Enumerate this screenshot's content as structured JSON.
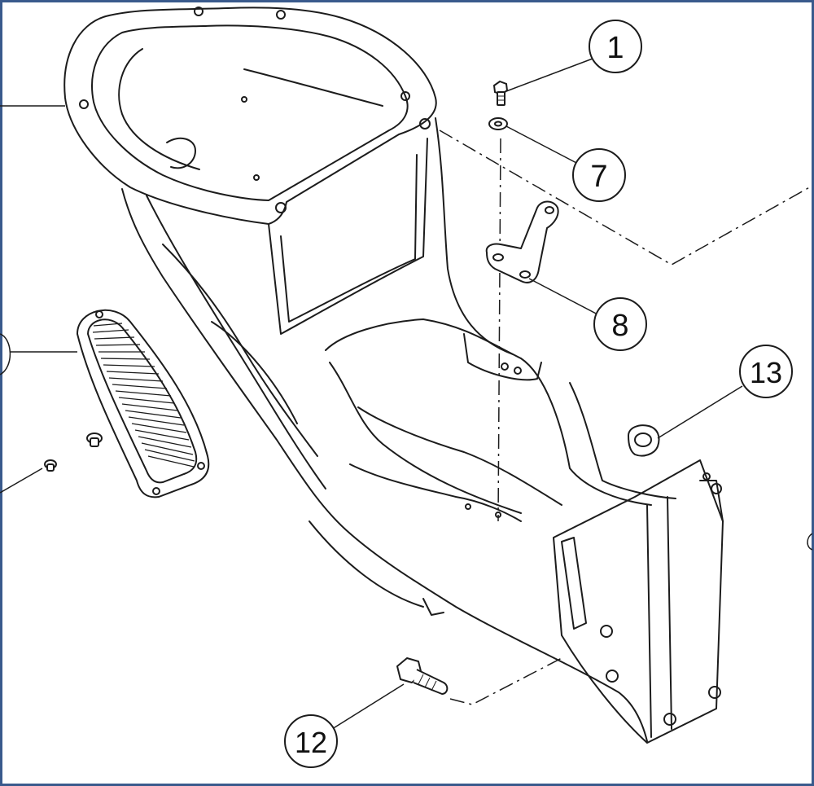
{
  "diagram": {
    "type": "exploded parts diagram",
    "colors": {
      "line": "#1c1c1c",
      "border": "#3a5a8c",
      "background": "#ffffff",
      "shading": "#e9e9e9"
    },
    "callouts": [
      {
        "id": "c1",
        "label": "1"
      },
      {
        "id": "c7",
        "label": "7"
      },
      {
        "id": "c8",
        "label": "8"
      },
      {
        "id": "c13",
        "label": "13"
      },
      {
        "id": "c12",
        "label": "12"
      }
    ],
    "parts": [
      {
        "id": "housing",
        "icon": "housing-outline"
      },
      {
        "id": "grille",
        "icon": "vent-grille"
      },
      {
        "id": "bolt-1",
        "icon": "bolt-icon"
      },
      {
        "id": "washer-7",
        "icon": "washer-icon"
      },
      {
        "id": "bracket-8",
        "icon": "bracket-icon"
      },
      {
        "id": "bushing-13",
        "icon": "bushing-icon"
      },
      {
        "id": "bolt-12",
        "icon": "bolt-icon"
      }
    ]
  }
}
